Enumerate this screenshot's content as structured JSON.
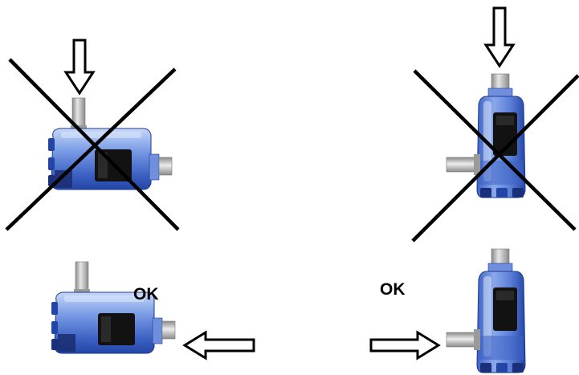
{
  "labels": {
    "ok_bottom_left": "OK",
    "ok_bottom_right": "OK"
  },
  "panels": [
    {
      "id": "top-left",
      "status": "wrong",
      "sensor_orientation": "horizontal",
      "cable_exit": "top",
      "flow_arrow": "down"
    },
    {
      "id": "top-right",
      "status": "wrong",
      "sensor_orientation": "vertical",
      "cable_exit": "left",
      "flow_arrow": "down"
    },
    {
      "id": "bottom-left",
      "status": "ok",
      "sensor_orientation": "horizontal",
      "cable_exit": "top",
      "flow_arrow": "left"
    },
    {
      "id": "bottom-right",
      "status": "ok",
      "sensor_orientation": "vertical",
      "cable_exit": "left",
      "flow_arrow": "right"
    }
  ],
  "colors": {
    "sensor_body": "#5b7fd6",
    "sensor_dark": "#1f3fa0",
    "sensor_light": "#a9c2f2",
    "window": "#111111",
    "connector": "#b5b5b5",
    "cross": "#000000"
  },
  "icons": [
    "arrow-down-icon",
    "arrow-left-icon",
    "arrow-right-icon",
    "cross-icon"
  ]
}
